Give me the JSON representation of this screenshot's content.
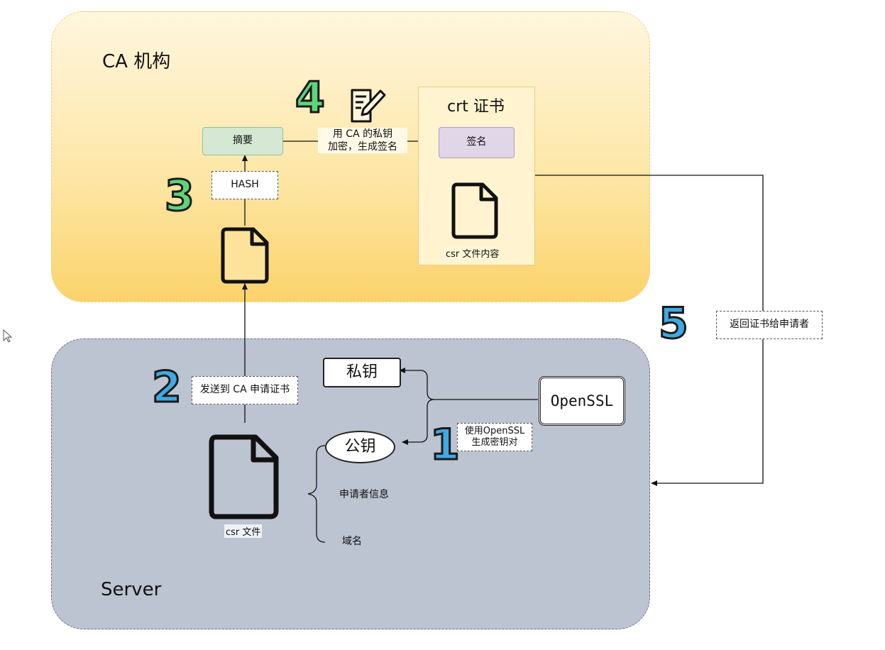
{
  "ca_region": {
    "title": "CA 机构"
  },
  "server_region": {
    "title": "Server"
  },
  "crt": {
    "title": "crt 证书",
    "signature_label": "签名",
    "content_caption": "csr 文件内容"
  },
  "digest_label": "摘要",
  "hash_label": "HASH",
  "encrypt_label": [
    "用 CA 的私钥",
    "加密，生成签名"
  ],
  "send_label": "发送到 CA 申请证书",
  "return_label": "返回证书给申请者",
  "private_key_label": "私钥",
  "public_key_label": "公钥",
  "openssl_label": "OpenSSL",
  "openssl_note": [
    "使用OpenSSL",
    "生成密钥对"
  ],
  "applicant_info_label": "申请者信息",
  "domain_label": "域名",
  "csr_caption": "csr 文件",
  "steps": {
    "s1": "1",
    "s2": "2",
    "s3": "3",
    "s4": "4",
    "s5": "5"
  },
  "icons": {
    "document": "document-icon",
    "edit": "edit-document-icon",
    "cursor": "mouse-cursor-icon"
  },
  "colors": {
    "ca_bg": "#fde7a8",
    "server_bg": "#bcc3d1",
    "digest_bg": "#d4e8d3",
    "signature_bg": "#e1d5e8",
    "step_blue": "#3fa9e4",
    "step_green": "#5dd47a"
  }
}
